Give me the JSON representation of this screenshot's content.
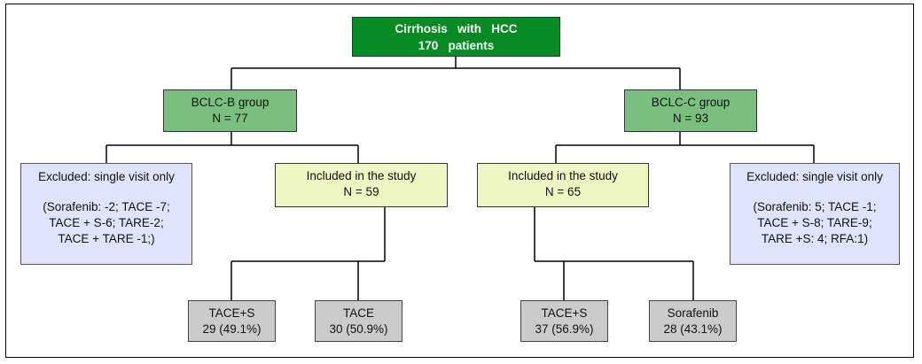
{
  "root": {
    "line1": "Cirrhosis   with   HCC",
    "line2": "170   patients"
  },
  "bclc_b": {
    "group": {
      "line1": "BCLC-B group",
      "line2": "N = 77"
    },
    "excluded": {
      "heading": "Excluded: single visit only",
      "lines": [
        "(Sorafenib: -2; TACE -7;",
        "TACE + S-6; TARE-2;",
        "TACE + TARE -1;)"
      ]
    },
    "included": {
      "line1": "Included in the study",
      "line2": "N = 59"
    },
    "leaves": [
      {
        "label": "TACE+S",
        "value": "29 (49.1%)"
      },
      {
        "label": "TACE",
        "value": "30 (50.9%)"
      }
    ]
  },
  "bclc_c": {
    "group": {
      "line1": "BCLC-C group",
      "line2": "N = 93"
    },
    "included": {
      "line1": "Included in the study",
      "line2": "N = 65"
    },
    "excluded": {
      "heading": "Excluded: single visit only",
      "lines": [
        "(Sorafenib: 5; TACE -1;",
        "TACE + S-8; TARE-9;",
        "TARE +S: 4; RFA:1)"
      ]
    },
    "leaves": [
      {
        "label": "TACE+S",
        "value": "37 (56.9%)"
      },
      {
        "label": "Sorafenib",
        "value": "28 (43.1%)"
      }
    ]
  },
  "colors": {
    "root": "#068a22",
    "group": "#79bf7d",
    "included": "#eef6c2",
    "excluded": "#dfe3fb",
    "leaf": "#cbcbcb",
    "line": "#000000"
  }
}
